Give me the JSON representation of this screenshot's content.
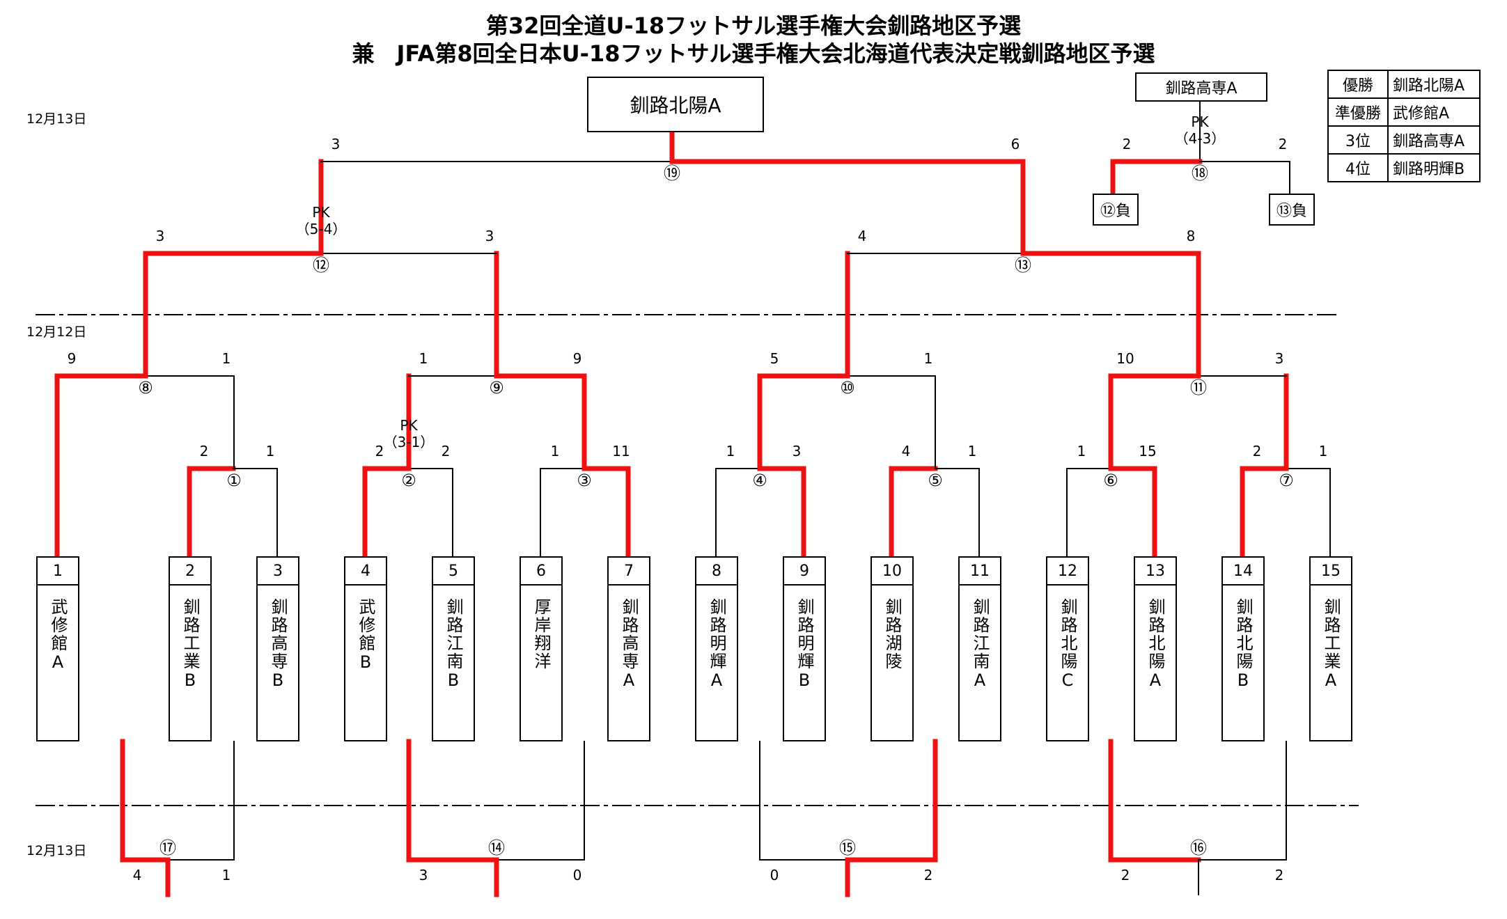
{
  "title": {
    "line1": "第32回全道U-18フットサル選手権大会釧路地区予選",
    "line2": "兼　JFA第8回全日本U-18フットサル選手権大会北海道代表決定戦釧路地区予選"
  },
  "dates": {
    "top": "12月13日",
    "middle": "12月12日",
    "bottom": "12月13日"
  },
  "champion": "釧路北陽A",
  "third_place_winner": "釧路高専A",
  "third_place_losers": [
    "⑫負",
    "⑬負"
  ],
  "pk_labels": {
    "match12": "PK（5-4）",
    "match18": "PK（4-3）",
    "match2": "PK（3-1）"
  },
  "results": [
    {
      "rank": "優勝",
      "team": "釧路北陽A"
    },
    {
      "rank": "準優勝",
      "team": "武修館A"
    },
    {
      "rank": "3位",
      "team": "釧路高専A"
    },
    {
      "rank": "4位",
      "team": "釧路明輝B"
    }
  ],
  "teams": [
    {
      "no": "1",
      "name": "武修館A"
    },
    {
      "no": "2",
      "name": "釧路工業B"
    },
    {
      "no": "3",
      "name": "釧路高専B"
    },
    {
      "no": "4",
      "name": "武修館B"
    },
    {
      "no": "5",
      "name": "釧路江南B"
    },
    {
      "no": "6",
      "name": "厚岸翔洋"
    },
    {
      "no": "7",
      "name": "釧路高専A"
    },
    {
      "no": "8",
      "name": "釧路明輝A"
    },
    {
      "no": "9",
      "name": "釧路明輝B"
    },
    {
      "no": "10",
      "name": "釧路湖陵"
    },
    {
      "no": "11",
      "name": "釧路江南A"
    },
    {
      "no": "12",
      "name": "釧路北陽C"
    },
    {
      "no": "13",
      "name": "釧路北陽A"
    },
    {
      "no": "14",
      "name": "釧路北陽B"
    },
    {
      "no": "15",
      "name": "釧路工業A"
    }
  ],
  "matches": [
    {
      "id": "①",
      "left_score": "2",
      "right_score": "1"
    },
    {
      "id": "②",
      "left_score": "2",
      "right_score": "2"
    },
    {
      "id": "③",
      "left_score": "1",
      "right_score": "11"
    },
    {
      "id": "④",
      "left_score": "1",
      "right_score": "3"
    },
    {
      "id": "⑤",
      "left_score": "4",
      "right_score": "1"
    },
    {
      "id": "⑥",
      "left_score": "1",
      "right_score": "15"
    },
    {
      "id": "⑦",
      "left_score": "2",
      "right_score": "1"
    },
    {
      "id": "⑧",
      "left_score": "9",
      "right_score": "1"
    },
    {
      "id": "⑨",
      "left_score": "1",
      "right_score": "9"
    },
    {
      "id": "⑩",
      "left_score": "5",
      "right_score": "1"
    },
    {
      "id": "⑪",
      "left_score": "10",
      "right_score": "3"
    },
    {
      "id": "⑫",
      "left_score": "3",
      "right_score": "3"
    },
    {
      "id": "⑬",
      "left_score": "4",
      "right_score": "8"
    },
    {
      "id": "⑭",
      "left_score": "3",
      "right_score": "0"
    },
    {
      "id": "⑮",
      "left_score": "0",
      "right_score": "2"
    },
    {
      "id": "⑯",
      "left_score": "2",
      "right_score": "2"
    },
    {
      "id": "⑰",
      "left_score": "4",
      "right_score": "1"
    },
    {
      "id": "⑱",
      "left_score": "2",
      "right_score": "2"
    },
    {
      "id": "⑲",
      "left_score": "3",
      "right_score": "6"
    }
  ],
  "colors": {
    "winner_line": "#ee1111",
    "line": "#000000"
  }
}
